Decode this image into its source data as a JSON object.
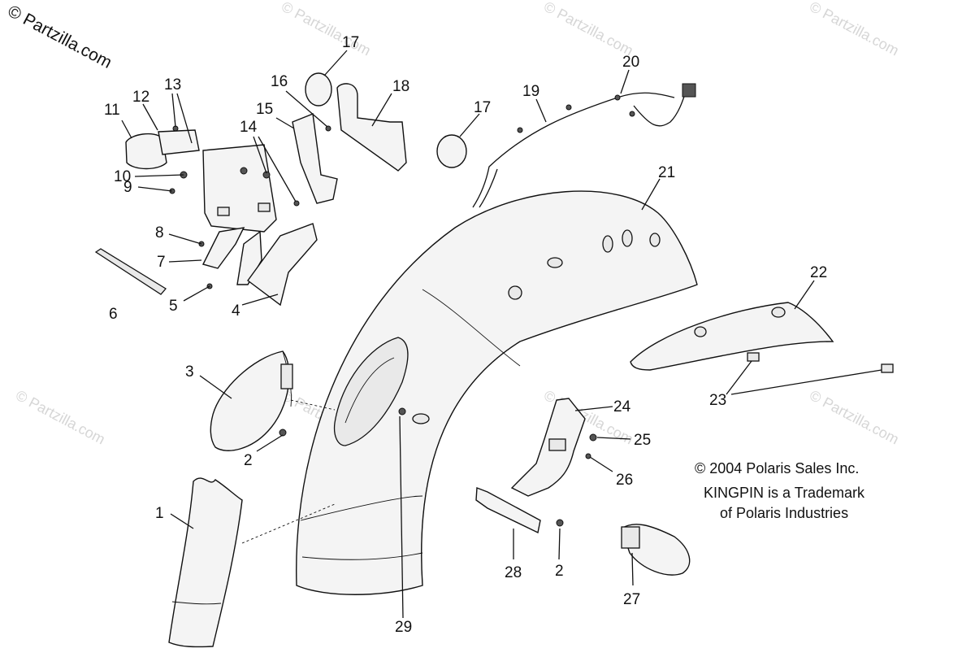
{
  "watermark": {
    "main": "© Partzilla.com",
    "faint": "© Partzilla.com"
  },
  "notes": {
    "copyright": "© 2004 Polaris Sales Inc.",
    "trademark_line1": "KINGPIN is a Trademark",
    "trademark_line2": "of Polaris Industries"
  },
  "callouts": [
    "1",
    "2",
    "2",
    "3",
    "4",
    "5",
    "6",
    "7",
    "8",
    "9",
    "10",
    "11",
    "12",
    "13",
    "14",
    "15",
    "16",
    "17",
    "17",
    "18",
    "19",
    "20",
    "21",
    "22",
    "23",
    "24",
    "25",
    "26",
    "27",
    "28",
    "29"
  ]
}
